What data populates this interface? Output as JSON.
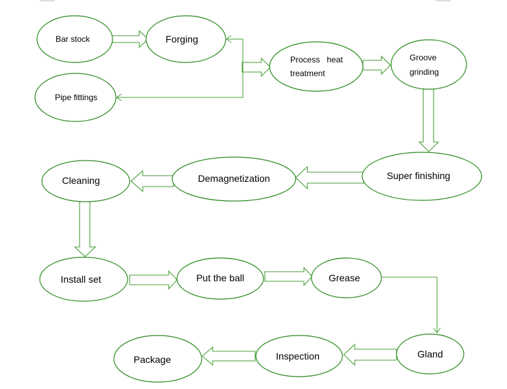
{
  "colors": {
    "node_stroke": "#2e8b22",
    "arrow_stroke": "#4a9e3a",
    "text": "#000000"
  },
  "nodes": {
    "bar_stock": "Bar stock",
    "forging": "Forging",
    "pipe_fittings": "Pipe fittings",
    "process_heat_treatment_1": "Process   heat",
    "process_heat_treatment_2": "treatment",
    "groove_grinding_1": "Groove",
    "groove_grinding_2": "grinding",
    "super_finishing": "Super finishing",
    "demagnetization": "Demagnetization",
    "cleaning": "Cleaning",
    "install_set": "Install set",
    "put_the_ball": "Put the ball",
    "grease": "Grease",
    "gland": "Gland",
    "inspection": "Inspection",
    "package": "Package"
  }
}
